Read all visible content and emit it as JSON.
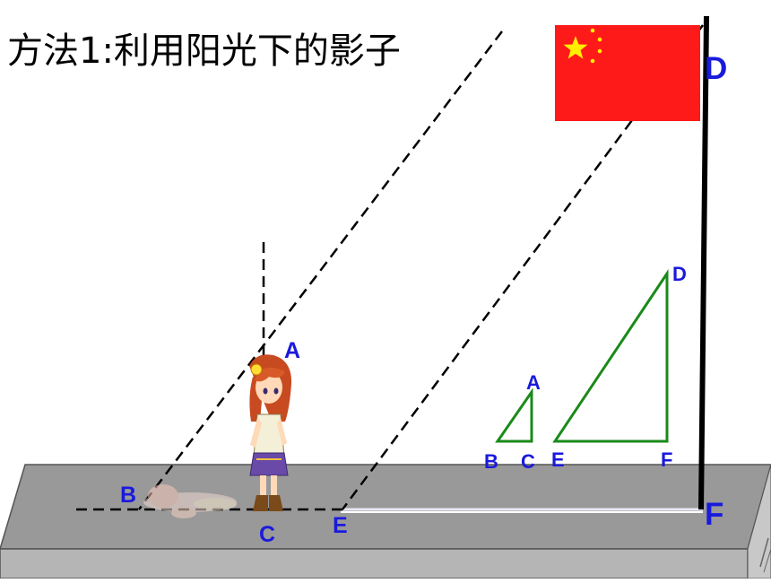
{
  "title": "方法1:利用阳光下的影子",
  "labels": {
    "scene_A": "A",
    "scene_B": "B",
    "scene_C": "C",
    "scene_D": "D",
    "scene_E": "E",
    "scene_F": "F",
    "small_A": "A",
    "small_B": "B",
    "small_C": "C",
    "large_D": "D",
    "large_E": "E",
    "large_F": "F"
  },
  "colors": {
    "label": "#1a1adc",
    "triangle": "#1a8a1a",
    "flag_red": "#ff1a1a",
    "flag_star": "#ffee00",
    "ground_top": "#9a9a9a",
    "ground_front": "#b4b4b4",
    "pole": "#000000"
  }
}
